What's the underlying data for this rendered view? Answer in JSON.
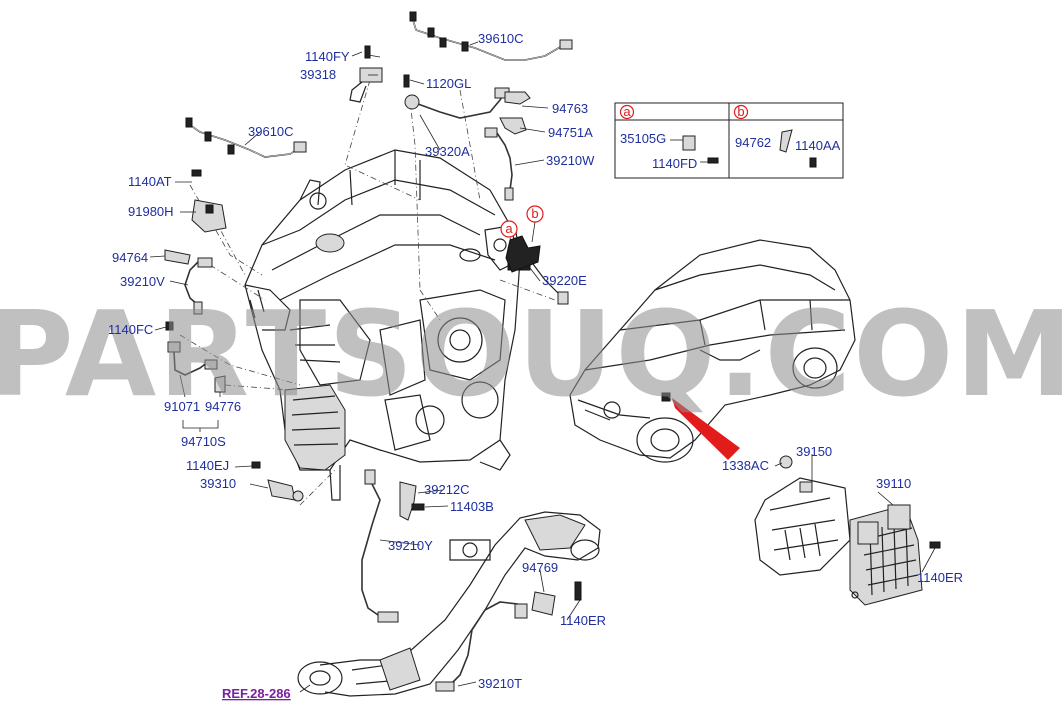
{
  "watermark": "PARTSOUQ.COM",
  "labels": {
    "l39610C_top": "39610C",
    "l1140FY": "1140FY",
    "l39318": "39318",
    "l1120GL": "1120GL",
    "l94763": "94763",
    "l94751A": "94751A",
    "l39610C_left": "39610C",
    "l39320A": "39320A",
    "l39210W": "39210W",
    "l1140AT": "1140AT",
    "l91980H": "91980H",
    "l94764": "94764",
    "l39210V": "39210V",
    "l39220E": "39220E",
    "l1140FC": "1140FC",
    "l91071": "91071",
    "l94776": "94776",
    "l94710S": "94710S",
    "l1140EJ": "1140EJ",
    "l39310": "39310",
    "l39212C": "39212C",
    "l11403B": "11403B",
    "l39210Y": "39210Y",
    "l94769": "94769",
    "l1140ER_pipe": "1140ER",
    "l39210T": "39210T",
    "l1338AC": "1338AC",
    "l39150": "39150",
    "l39110": "39110",
    "l1140ER_ecu": "1140ER"
  },
  "ref": "REF.28-286",
  "legend": {
    "a": {
      "letter": "a",
      "part": "35105G",
      "bolt": "1140FD"
    },
    "b": {
      "letter": "b",
      "part": "94762",
      "bolt": "1140AA"
    }
  },
  "callouts": {
    "a": "a",
    "b": "b"
  },
  "colors": {
    "label": "#1f2f9e",
    "ref": "#7a1fa0",
    "callout": "#e21b1b",
    "pointer": "#e21b1b"
  }
}
